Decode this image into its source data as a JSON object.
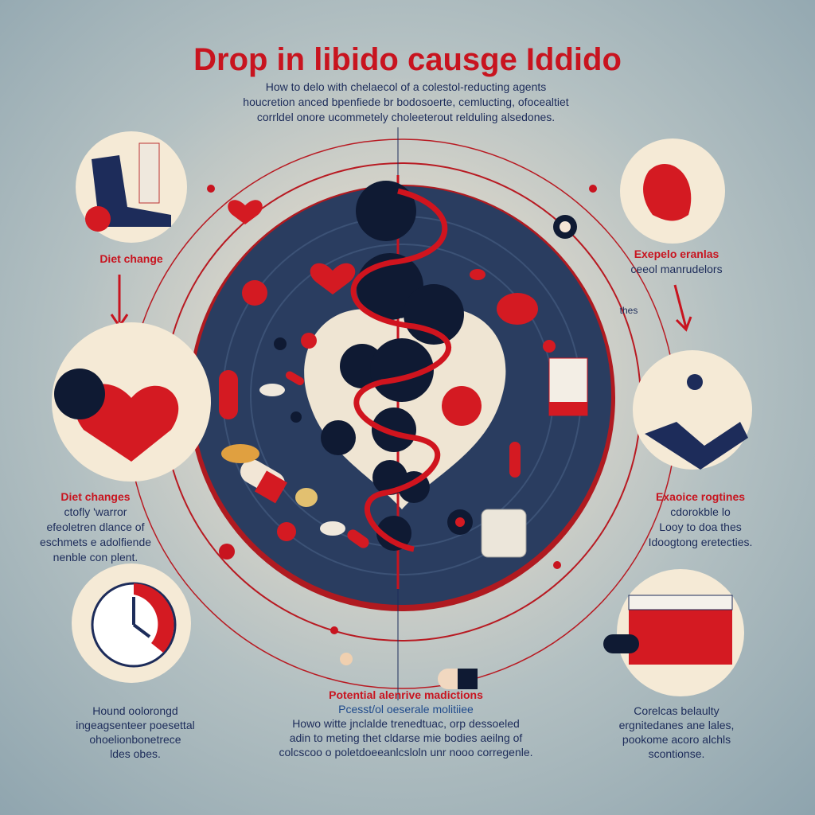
{
  "title": "Drop in libido causge Iddido",
  "subtitle": [
    "How to delo with chelaecol of a colestol-reducting agents",
    "houcretion anced bpenfiede br bodosoerte, cemlucting, ofocealtiet",
    "corrldel onore ucommetely choleeterout relduling alsedones."
  ],
  "top_left": {
    "label": "Diet change"
  },
  "top_right": {
    "label": "Exepelo eranlas",
    "sub": "ceeol manrudelors"
  },
  "side_note": "thes",
  "mid_left": {
    "label": "Diet changes",
    "lines": [
      "ctofly 'warror",
      "efeoletren dlance of",
      "eschmets e adolfiende",
      "nenble con plent."
    ]
  },
  "mid_right": {
    "label": "Exaoice rogtines",
    "lines": [
      "cdorokble lo",
      "Looy to doa thes",
      "Idoogtong eretecties."
    ]
  },
  "bottom_center": {
    "label": "Potential alenrive madictions",
    "sub": "Pcesst/ol oeserale molitiiee",
    "lines": [
      "Howo witte jnclalde trenedtuac, orp dessoeled",
      "adin to meting thet cldarse mie bodies aeilng of",
      "colcscoo o poletdoeeanlcsloln unr nooo corregenle."
    ]
  },
  "bottom_left": {
    "lines": [
      "Hound oolorongd",
      "ingeagsenteer poesettal",
      "ohoelionbonetrece",
      "ldes obes."
    ]
  },
  "bottom_right": {
    "lines": [
      "Corelcas belaulty",
      "ergnitedanes ane lales,",
      "pookome acoro alchls",
      "scontionse."
    ]
  },
  "colors": {
    "accent": "#c8141f",
    "navy": "#1d2c5a",
    "disc": "#2a3d60"
  }
}
